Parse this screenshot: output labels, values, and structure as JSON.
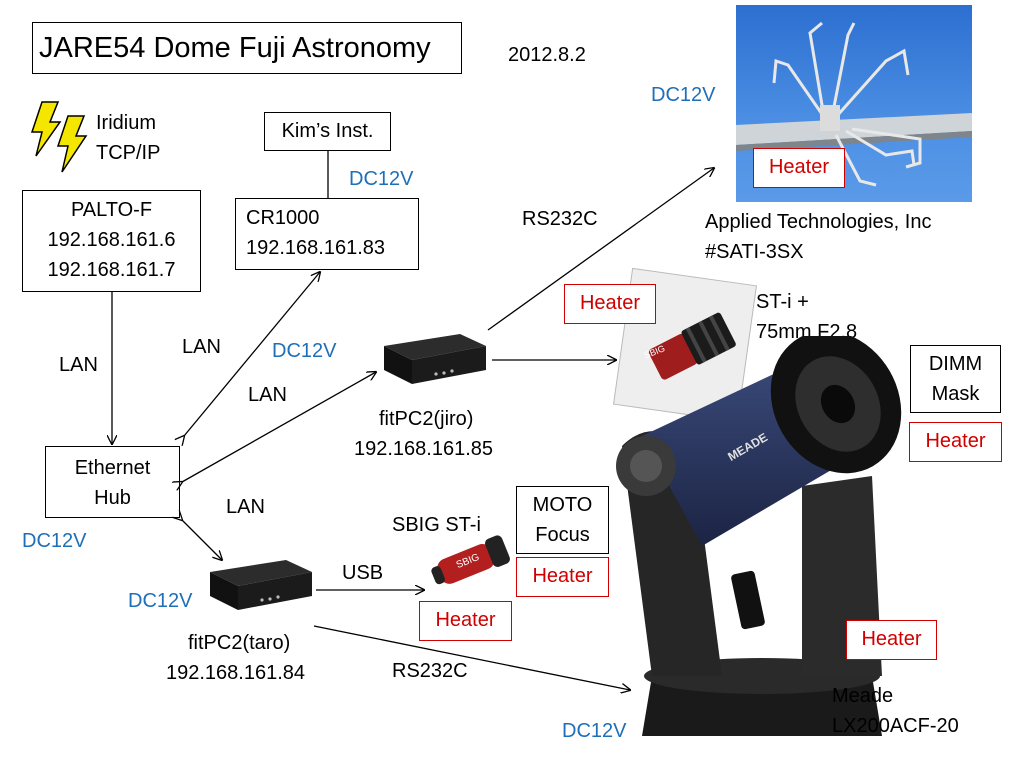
{
  "title": "JARE54 Dome Fuji Astronomy",
  "date": "2012.8.2",
  "iridium": [
    "Iridium",
    "TCP/IP"
  ],
  "palto": [
    "PALTO-F",
    "192.168.161.6",
    "192.168.161.7"
  ],
  "kims_inst": "Kim’s Inst.",
  "cr1000": [
    "CR1000",
    "192.168.161.83"
  ],
  "ethernet_hub": [
    "Ethernet",
    "Hub"
  ],
  "fitpc_jiro": [
    "fitPC2(jiro)",
    "192.168.161.85"
  ],
  "fitpc_taro": [
    "fitPC2(taro)",
    "192.168.161.84"
  ],
  "labels": {
    "lan": "LAN",
    "usb": "USB",
    "rs232c": "RS232C",
    "dc12v": "DC12V",
    "heater": "Heater"
  },
  "sonic": [
    "Applied Technologies, Inc",
    "#SATI-3SX"
  ],
  "sti_lens": [
    "ST-i +",
    "75mm F2.8"
  ],
  "dimm_mask": [
    "DIMM",
    "Mask"
  ],
  "sbig_sti": "SBIG ST-i",
  "moto_focus": [
    "MOTO",
    "Focus"
  ],
  "meade": [
    "Meade",
    "LX200ACF-20"
  ],
  "photo_marks": {
    "sbig": "SBIG",
    "meade_logo": "MEADE"
  },
  "colors": {
    "dc": "#1f6fb8",
    "heater": "#d00000",
    "sky": "#3b7fd6",
    "lightning": "#f5e600"
  }
}
